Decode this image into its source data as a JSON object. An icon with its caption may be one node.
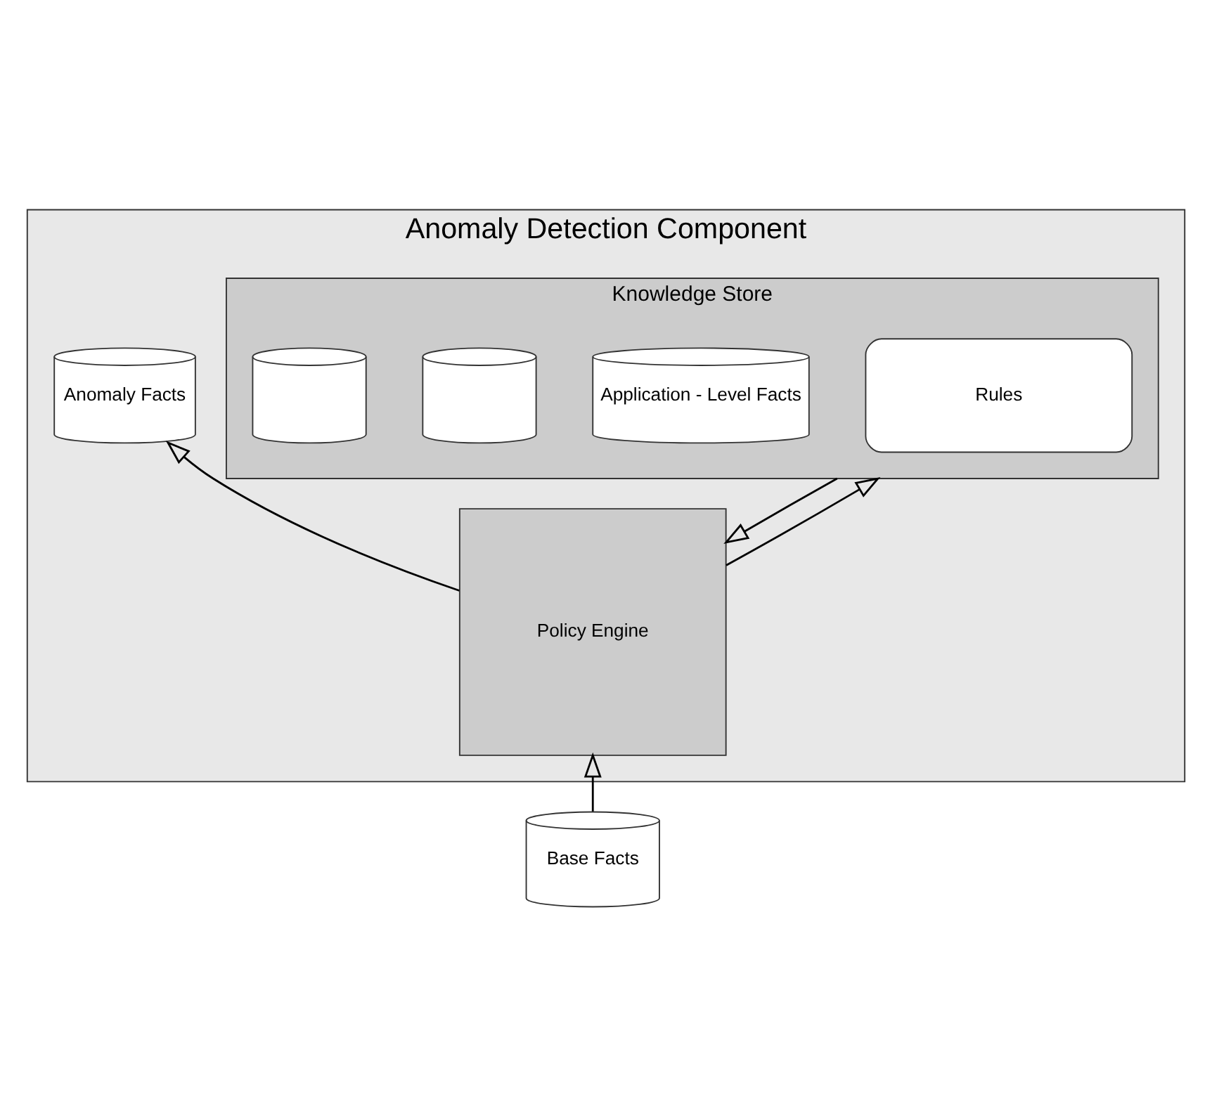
{
  "diagram": {
    "nodes": [
      {
        "text": [
          "Anomaly Detection Component"
        ]
      },
      {
        "text": [
          "Anomaly Facts"
        ],
        "in": 0
      },
      {
        "text": [
          "Policy Engine"
        ],
        "in": 0
      },
      {
        "text": [
          "Knowledge Store"
        ],
        "in": 0
      },
      {
        "text": [
          "Rules"
        ],
        "in": 3
      },
      {
        "text": [
          "Application - Level Facts"
        ],
        "in": 3
      },
      {
        "text": [],
        "shape": "cylinder",
        "in": 3
      },
      {
        "text": [],
        "shape": "cylinder",
        "in": 3
      },
      {
        "text": [
          "Base Facts"
        ]
      }
    ],
    "edges": [
      {
        "from": 8,
        "to": 2,
        "arrow": "to"
      },
      {
        "from": 2,
        "to": 1,
        "arrow": "to"
      },
      {
        "from": 2,
        "to": 3,
        "arrow": "to"
      },
      {
        "from": 3,
        "to": 2,
        "arrow": "to"
      }
    ]
  }
}
